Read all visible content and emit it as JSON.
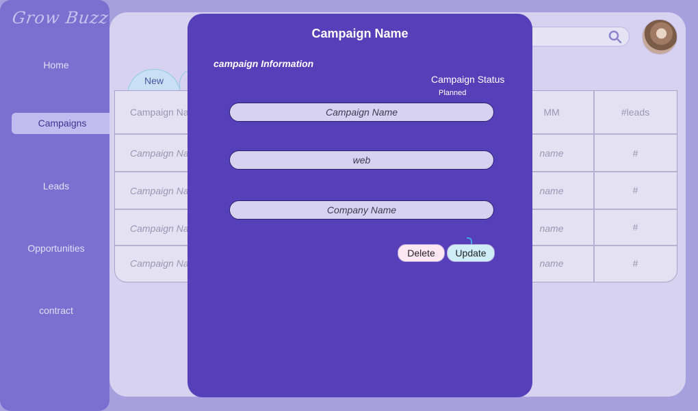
{
  "app": {
    "logo": "Grow Buzz"
  },
  "sidebar": {
    "items": [
      {
        "label": "Home",
        "active": false
      },
      {
        "label": "Campaigns",
        "active": true
      },
      {
        "label": "Leads",
        "active": false
      },
      {
        "label": "Opportunities",
        "active": false
      },
      {
        "label": "contract",
        "active": false
      }
    ]
  },
  "header": {
    "search": {
      "icon": "search-icon"
    },
    "avatar": {
      "icon": "user-avatar"
    }
  },
  "tabs": [
    {
      "label": "New"
    },
    {
      "label": ""
    }
  ],
  "table": {
    "columns": [
      "Campaign Na",
      "MM",
      "#leads"
    ],
    "rows": [
      [
        "Campaign Na",
        "name",
        "#"
      ],
      [
        "Campaign Na",
        "name",
        "#"
      ],
      [
        "Campaign Na",
        "name",
        "#"
      ],
      [
        "Campaign Na",
        "name",
        "#"
      ]
    ]
  },
  "modal": {
    "title": "Campaign Name",
    "section_title": "campaign Information",
    "status_label": "Campaign Status",
    "status_value": "Planned",
    "fields": [
      {
        "value": "Campaign Name"
      },
      {
        "value": "web"
      },
      {
        "value": "Company Name"
      }
    ],
    "delete_label": "Delete",
    "update_label": "Update"
  },
  "colors": {
    "background": "#a89fdf",
    "sidebar": "#7d6fd0",
    "main": "#d7d2ef",
    "modal": "#5540b9",
    "delete_button": "#fde8f1",
    "update_button": "#cfeef7"
  }
}
